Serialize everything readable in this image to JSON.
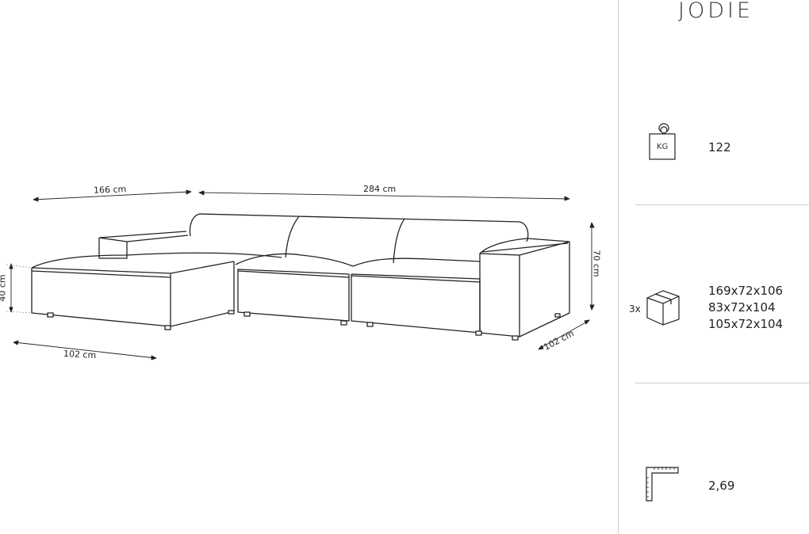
{
  "product": {
    "name": "JODIE"
  },
  "dimensions": {
    "chaise_length": "166 cm",
    "total_width": "284 cm",
    "height": "70 cm",
    "seat_height": "40 cm",
    "chaise_width": "102 cm",
    "depth": "102 cm"
  },
  "specs": {
    "weight": {
      "icon": "weight-kg-icon",
      "icon_label": "KG",
      "value": "122"
    },
    "packages": {
      "icon": "box-icon",
      "count": "3x",
      "sizes": [
        "169x72x106",
        "83x72x104",
        "105x72x104"
      ]
    },
    "area": {
      "icon": "corner-ruler-icon",
      "value": "2,69"
    }
  }
}
